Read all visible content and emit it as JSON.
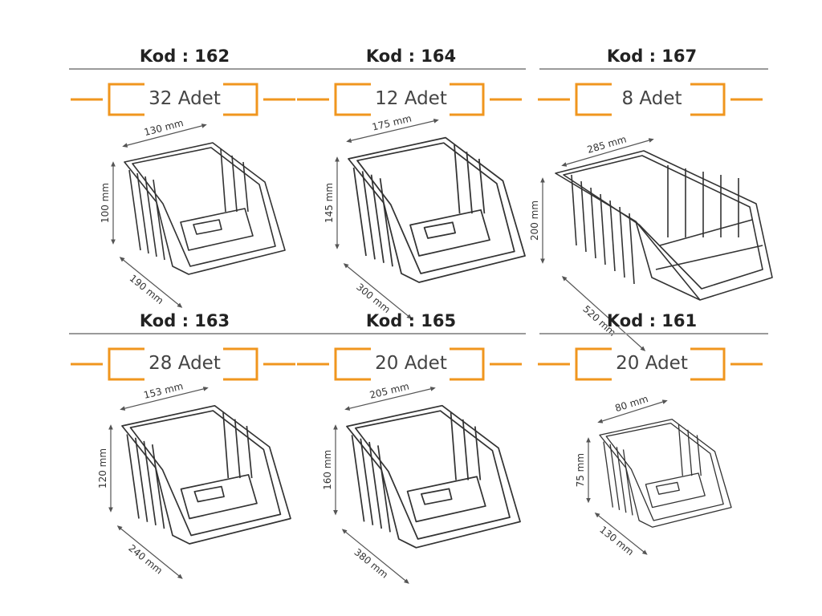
{
  "colors": {
    "accent": "#f0961e",
    "line": "#333333",
    "rule": "#9a9a9a"
  },
  "products": [
    {
      "code": "Kod : 162",
      "qty": "32 Adet",
      "width": "130 mm",
      "height": "100 mm",
      "depth": "190 mm"
    },
    {
      "code": "Kod : 164",
      "qty": "12 Adet",
      "width": "175 mm",
      "height": "145 mm",
      "depth": "300  mm"
    },
    {
      "code": "Kod : 167",
      "qty": "8 Adet",
      "width": "285 mm",
      "height": "200 mm",
      "depth": "520 mm"
    },
    {
      "code": "Kod : 163",
      "qty": "28 Adet",
      "width": "153 mm",
      "height": "120 mm",
      "depth": "240 mm"
    },
    {
      "code": "Kod : 165",
      "qty": "20 Adet",
      "width": "205 mm",
      "height": "160 mm",
      "depth": "380 mm"
    },
    {
      "code": "Kod : 161",
      "qty": "20 Adet",
      "width": "80 mm",
      "height": "75 mm",
      "depth": "130 mm"
    }
  ]
}
